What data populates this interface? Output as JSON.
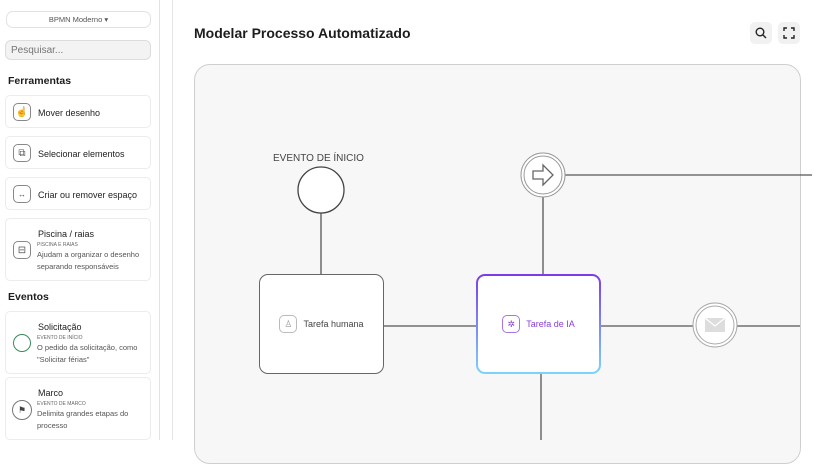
{
  "sidebar": {
    "notation": "BPMN Moderno",
    "search_placeholder": "Pesquisar...",
    "tools_heading": "Ferramentas",
    "tools": [
      {
        "label": "Mover desenho",
        "icon": "hand-icon"
      },
      {
        "label": "Selecionar elementos",
        "icon": "select-icon"
      },
      {
        "label": "Criar ou remover espaço",
        "icon": "space-icon"
      },
      {
        "label": "Piscina / raias",
        "sub": "Piscina e raias",
        "desc": "Ajudam a organizar o desenho separando responsáveis",
        "icon": "pool-icon"
      }
    ],
    "events_heading": "Eventos",
    "events": [
      {
        "label": "Solicitação",
        "sub": "Evento de início",
        "desc": "O pedido da solicitação, como \"Solicitar férias\"",
        "color": "#3a8a5c"
      },
      {
        "label": "Marco",
        "sub": "Evento de marco",
        "desc": "Delimita grandes etapas do processo"
      }
    ]
  },
  "header": {
    "title": "Modelar Processo Automatizado"
  },
  "diagram": {
    "start_label": "EVENTO DE ÍNICIO",
    "human_task": "Tarefa humana",
    "ia_task": "Tarefa de IA",
    "ia_color": "#8b3fd9"
  }
}
